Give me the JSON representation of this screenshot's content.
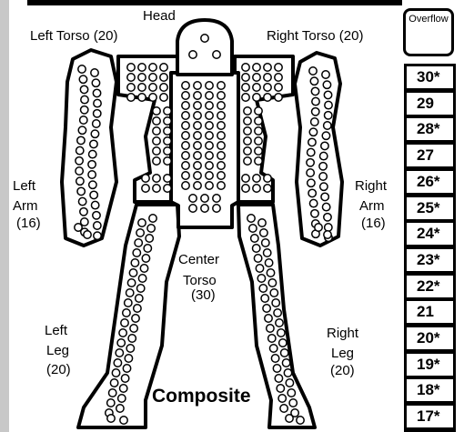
{
  "labels": {
    "head": "Head",
    "left_torso": "Left Torso",
    "left_torso_armor": "(20)",
    "right_torso": "Right Torso",
    "right_torso_armor": "(20)",
    "left_arm_l1": "Left",
    "left_arm_l2": "Arm",
    "left_arm_armor": "(16)",
    "right_arm_l1": "Right",
    "right_arm_l2": "Arm",
    "right_arm_armor": "(16)",
    "center_torso_l1": "Center",
    "center_torso_l2": "Torso",
    "center_torso_armor": "(30)",
    "left_leg_l1": "Left",
    "left_leg_l2": "Leg",
    "left_leg_armor": "(20)",
    "right_leg_l1": "Right",
    "right_leg_l2": "Leg",
    "right_leg_armor": "(20)",
    "composite": "Composite"
  },
  "overflow": {
    "label": "Overflow"
  },
  "heat_scale": [
    "30*",
    "29",
    "28*",
    "27",
    "26*",
    "25*",
    "24*",
    "23*",
    "22*",
    "21",
    "20*",
    "19*",
    "18*",
    "17*"
  ]
}
